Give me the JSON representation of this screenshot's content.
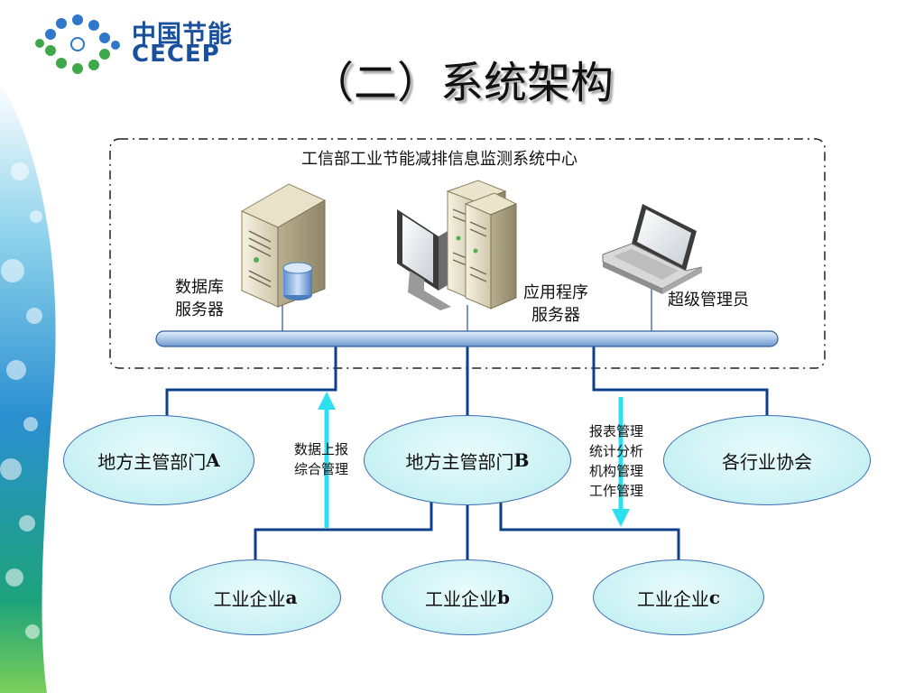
{
  "logo": {
    "cn": "中国节能",
    "en": "CECEP",
    "primary_color": "#1a4f9c",
    "dot_color": "#3fa84a"
  },
  "title": "（二）系统架构",
  "center": {
    "label": "工信部工业节能减排信息监测系统中心",
    "db_server": [
      "数据库",
      "服务器"
    ],
    "app_server": [
      "应用程序",
      "服务器"
    ],
    "admin": "超级管理员"
  },
  "nodes": {
    "dept_a": {
      "text": "地方主管部门",
      "suffix": "A"
    },
    "dept_b": {
      "text": "地方主管部门",
      "suffix": "B"
    },
    "association": {
      "text": "各行业协会"
    },
    "ent_a": {
      "text": "工业企业",
      "suffix": "a"
    },
    "ent_b": {
      "text": "工业企业",
      "suffix": "b"
    },
    "ent_c": {
      "text": "工业企业",
      "suffix": "c"
    }
  },
  "annotations": {
    "up": [
      "数据上报",
      "综合管理"
    ],
    "down": [
      "报表管理",
      "统计分析",
      "机构管理",
      "工作管理"
    ]
  },
  "colors": {
    "line": "#0d3f8a",
    "arrow": "#2de0f0",
    "node_fill": "#c9f1f4",
    "bus": "#a9c6e8"
  }
}
